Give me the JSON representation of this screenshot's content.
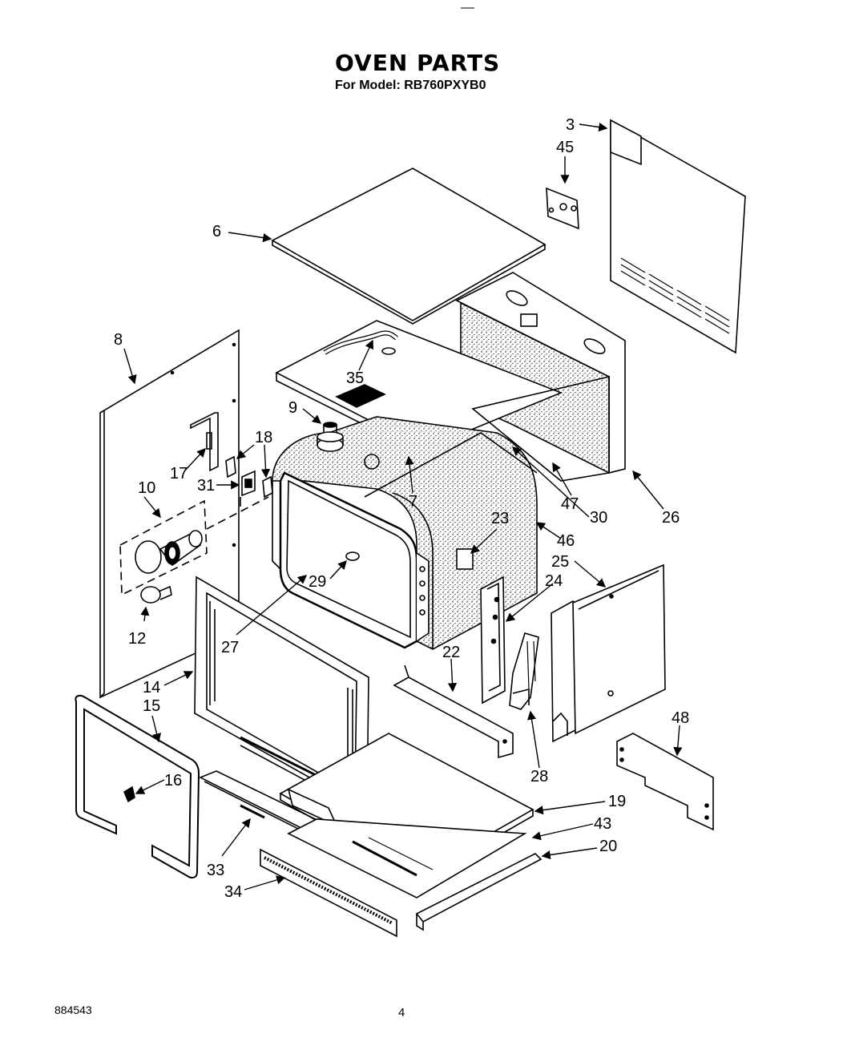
{
  "header": {
    "title": "OVEN PARTS",
    "model_line": "For Model: RB760PXYB0"
  },
  "footer": {
    "doc_number": "884543",
    "page_number": "4"
  },
  "callouts": [
    "3",
    "45",
    "6",
    "8",
    "35",
    "9",
    "18",
    "17",
    "31",
    "10",
    "7",
    "47",
    "30",
    "26",
    "23",
    "46",
    "25",
    "24",
    "29",
    "12",
    "27",
    "22",
    "14",
    "15",
    "16",
    "28",
    "48",
    "19",
    "43",
    "20",
    "33",
    "34"
  ]
}
